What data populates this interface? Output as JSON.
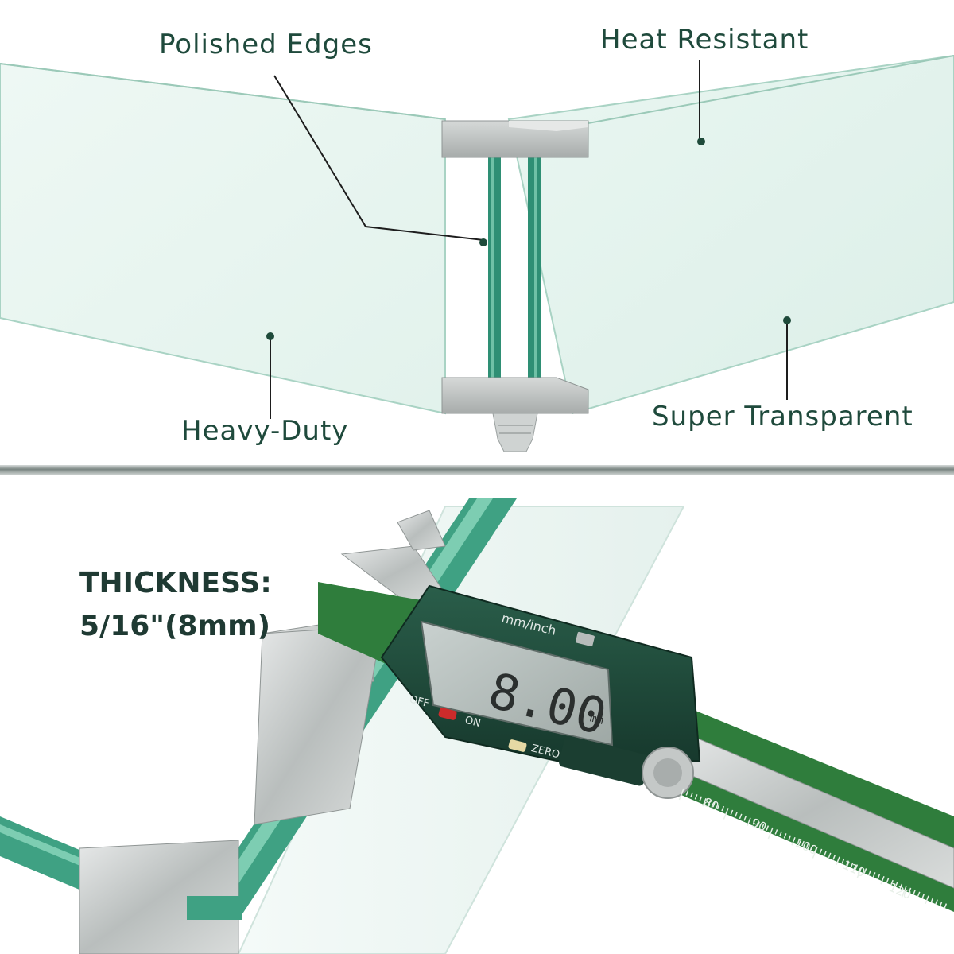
{
  "features": {
    "polished_edges": "Polished Edges",
    "heat_resistant": "Heat Resistant",
    "heavy_duty": "Heavy-Duty",
    "super_transparent": "Super Transparent"
  },
  "thickness": {
    "title": "THICKNESS:",
    "value": "5/16\"(8mm)"
  },
  "caliper": {
    "reading": "8.00",
    "unit": "mm",
    "mode_label": "mm/inch",
    "off_label": "OFF",
    "on_label": "ON",
    "zero_label": "ZERO",
    "scale_marks": [
      "80",
      "90",
      "100",
      "110",
      "120"
    ]
  },
  "colors": {
    "label_text": "#1f4a3c",
    "glass_edge": "#2e8f74",
    "caliper_body": "#1e4a3a",
    "caliper_scale": "#2f7d3c"
  }
}
